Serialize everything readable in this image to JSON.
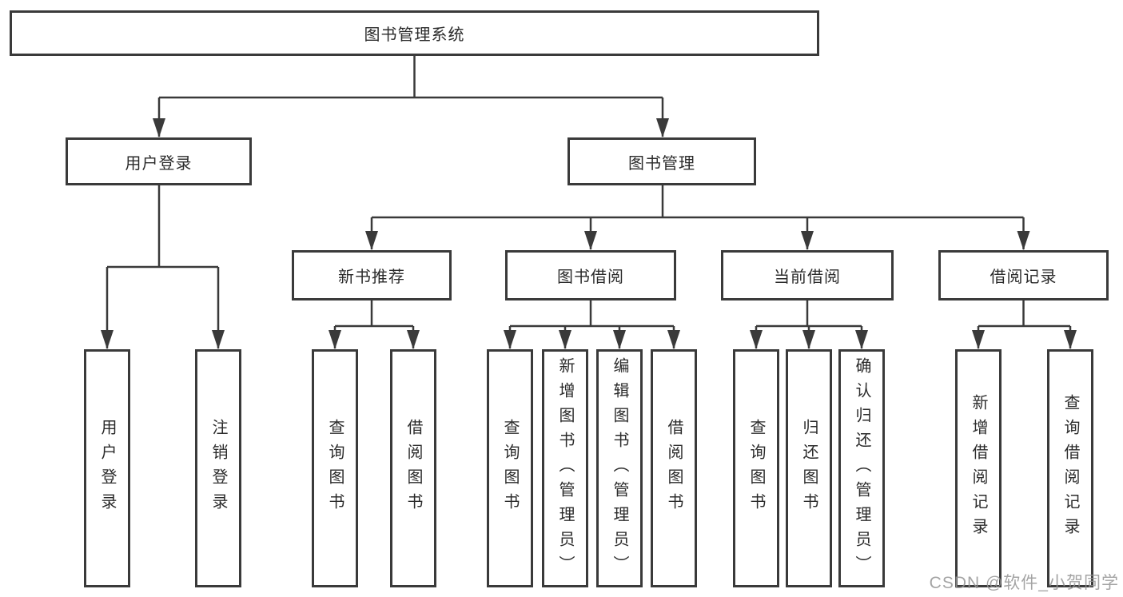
{
  "watermark": {
    "text": "CSDN @软件_小贺同学"
  },
  "tree": {
    "root": {
      "label": "图书管理系统"
    },
    "branches": [
      {
        "label": "用户登录",
        "leaves": [
          {
            "label": "用户登录"
          },
          {
            "label": "注销登录"
          }
        ]
      },
      {
        "label": "图书管理",
        "groups": [
          {
            "label": "新书推荐",
            "leaves": [
              {
                "label": "查询图书"
              },
              {
                "label": "借阅图书"
              }
            ]
          },
          {
            "label": "图书借阅",
            "leaves": [
              {
                "label": "查询图书"
              },
              {
                "label": "新增图书（管理员）"
              },
              {
                "label": "编辑图书（管理员）"
              },
              {
                "label": "借阅图书"
              }
            ]
          },
          {
            "label": "当前借阅",
            "leaves": [
              {
                "label": "查询图书"
              },
              {
                "label": "归还图书"
              },
              {
                "label": "确认归还（管理员）"
              }
            ]
          },
          {
            "label": "借阅记录",
            "leaves": [
              {
                "label": "新增借阅记录"
              },
              {
                "label": "查询借阅记录"
              }
            ]
          }
        ]
      }
    ]
  },
  "colors": {
    "line": "#3a3a3a",
    "box_border": "#3a3a3a",
    "text": "#2b2b2b",
    "watermark": "#949494"
  }
}
